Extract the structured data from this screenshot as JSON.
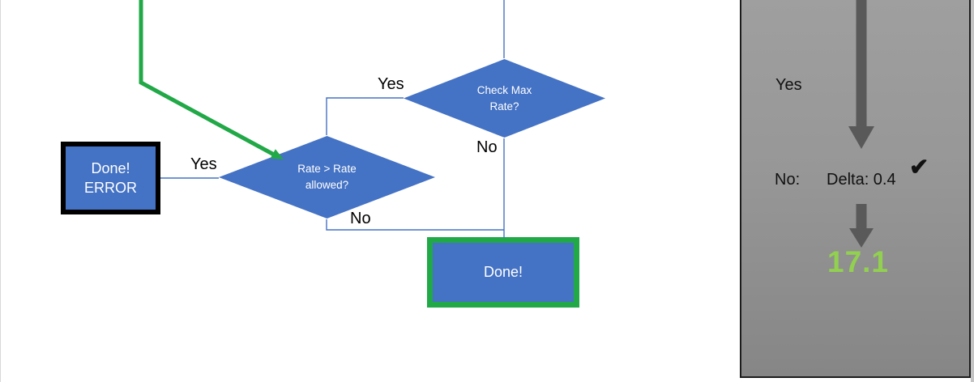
{
  "flowchart": {
    "decision_check_max": {
      "line1": "Check Max",
      "line2": "Rate?"
    },
    "decision_rate_allowed": {
      "line1": "Rate > Rate",
      "line2": "allowed?"
    },
    "terminal_done_error": {
      "line1": "Done!",
      "line2": "ERROR"
    },
    "terminal_done": {
      "label": "Done!"
    },
    "edge_labels": {
      "check_yes": "Yes",
      "check_no": "No",
      "rate_yes": "Yes",
      "rate_no": "No"
    },
    "colors": {
      "node_blue": "#4472C4",
      "connector_blue": "#4472C4",
      "highlight_green": "#21A847",
      "error_border": "#000000"
    }
  },
  "side_panel": {
    "yes_label": "Yes",
    "no_label": "No:",
    "delta_text": "Delta: 0.4",
    "check_icon": "✔",
    "result_value": "17.1",
    "colors": {
      "panel_gray_top": "#9f9f9f",
      "panel_gray_bottom": "#868686",
      "arrow_gray": "#595959",
      "result_green": "#92D050",
      "panel_border": "#1c1c1c"
    }
  }
}
